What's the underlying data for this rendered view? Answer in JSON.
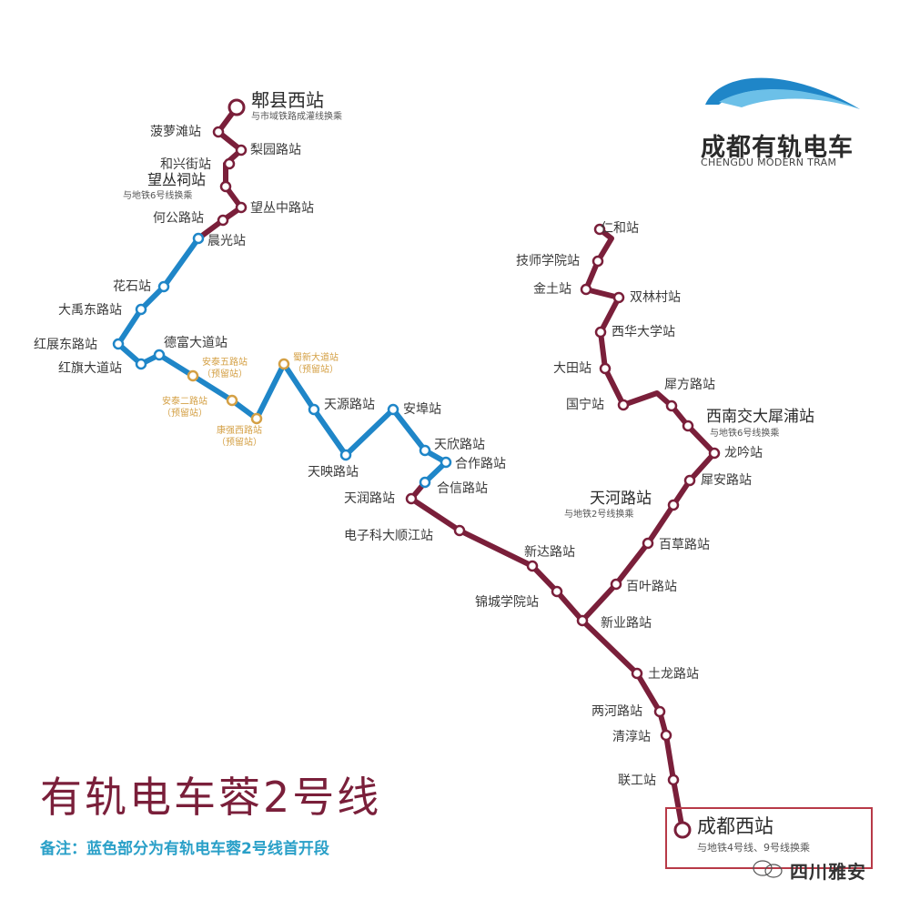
{
  "logo": {
    "name_cn": "成都有轨电车",
    "name_en": "CHENGDU MODERN TRAM",
    "swoosh_colors": [
      "#1f86c8",
      "#6cc0e8"
    ]
  },
  "title": "有轨电车蓉2号线",
  "note": "备注：蓝色部分为有轨电车蓉2号线首开段",
  "watermark": "四川雅安",
  "colors": {
    "main_line": "#7a1f3a",
    "first_phase_line": "#1f86c8",
    "reserved_station": "#d4a045",
    "title": "#7a1f3a",
    "note": "#2aa0c8",
    "highlight_box": "#b83a48"
  },
  "line_west": {
    "terminal": {
      "name": "郫县西站",
      "transfer": "与市域铁路成灌线换乘"
    },
    "stations": [
      {
        "name": "菠萝滩站"
      },
      {
        "name": "梨园路站"
      },
      {
        "name": "和兴街站"
      },
      {
        "name": "望丛祠站",
        "transfer": "与地铁6号线换乘"
      },
      {
        "name": "望丛中路站"
      },
      {
        "name": "何公路站"
      },
      {
        "name": "晨光站"
      },
      {
        "name": "花石站"
      },
      {
        "name": "大禹东路站"
      },
      {
        "name": "红展东路站"
      },
      {
        "name": "红旗大道站"
      },
      {
        "name": "德富大道站"
      },
      {
        "name": "安泰五路站",
        "reserved": "（预留站）"
      },
      {
        "name": "安泰二路站",
        "reserved": "（预留站）"
      },
      {
        "name": "康强西路站",
        "reserved": "（预留站）"
      },
      {
        "name": "蜀新大道站",
        "reserved": "（预留站）"
      },
      {
        "name": "天源路站"
      },
      {
        "name": "天映路站"
      },
      {
        "name": "安埠站"
      },
      {
        "name": "天欣路站"
      },
      {
        "name": "合作路站"
      },
      {
        "name": "合信路站"
      },
      {
        "name": "天润路站"
      },
      {
        "name": "电子科大顺江站"
      },
      {
        "name": "新达路站"
      },
      {
        "name": "锦城学院站"
      },
      {
        "name": "新业路站"
      }
    ]
  },
  "line_east": {
    "stations": [
      {
        "name": "仁和站"
      },
      {
        "name": "技师学院站"
      },
      {
        "name": "金土站"
      },
      {
        "name": "双林村站"
      },
      {
        "name": "西华大学站"
      },
      {
        "name": "大田站"
      },
      {
        "name": "国宁站"
      },
      {
        "name": "犀方路站"
      },
      {
        "name": "西南交大犀浦站",
        "transfer": "与地铁6号线换乘"
      },
      {
        "name": "龙吟站"
      },
      {
        "name": "犀安路站"
      },
      {
        "name": "天河路站",
        "transfer": "与地铁2号线换乘"
      },
      {
        "name": "百草路站"
      },
      {
        "name": "百叶路站"
      }
    ]
  },
  "line_south": {
    "stations": [
      {
        "name": "土龙路站"
      },
      {
        "name": "两河路站"
      },
      {
        "name": "清淳站"
      },
      {
        "name": "联工站"
      }
    ],
    "terminal": {
      "name": "成都西站",
      "transfer": "与地铁4号线、9号线换乘"
    }
  }
}
